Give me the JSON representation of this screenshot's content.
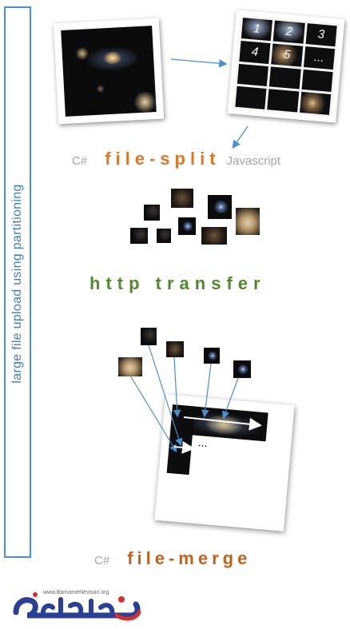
{
  "side_label": "large file upload using partitioning",
  "grid_numbers": [
    "1",
    "2",
    "3",
    "4",
    "5",
    "..."
  ],
  "split": {
    "left_lang": "C#",
    "title": "file-split",
    "right_lang": "Javascript"
  },
  "transfer": {
    "title": "http transfer"
  },
  "merge": {
    "lang": "C#",
    "title": "file-merge",
    "ellipsis": "..."
  },
  "logo": {
    "text": "www.BarnameNevisan.org"
  },
  "colors": {
    "accent_blue": "#4a8fcf",
    "split_orange": "#d9772a",
    "transfer_green": "#4f8a2f",
    "merge_orange": "#c0611d",
    "lang_gray": "#a6a6a6"
  }
}
